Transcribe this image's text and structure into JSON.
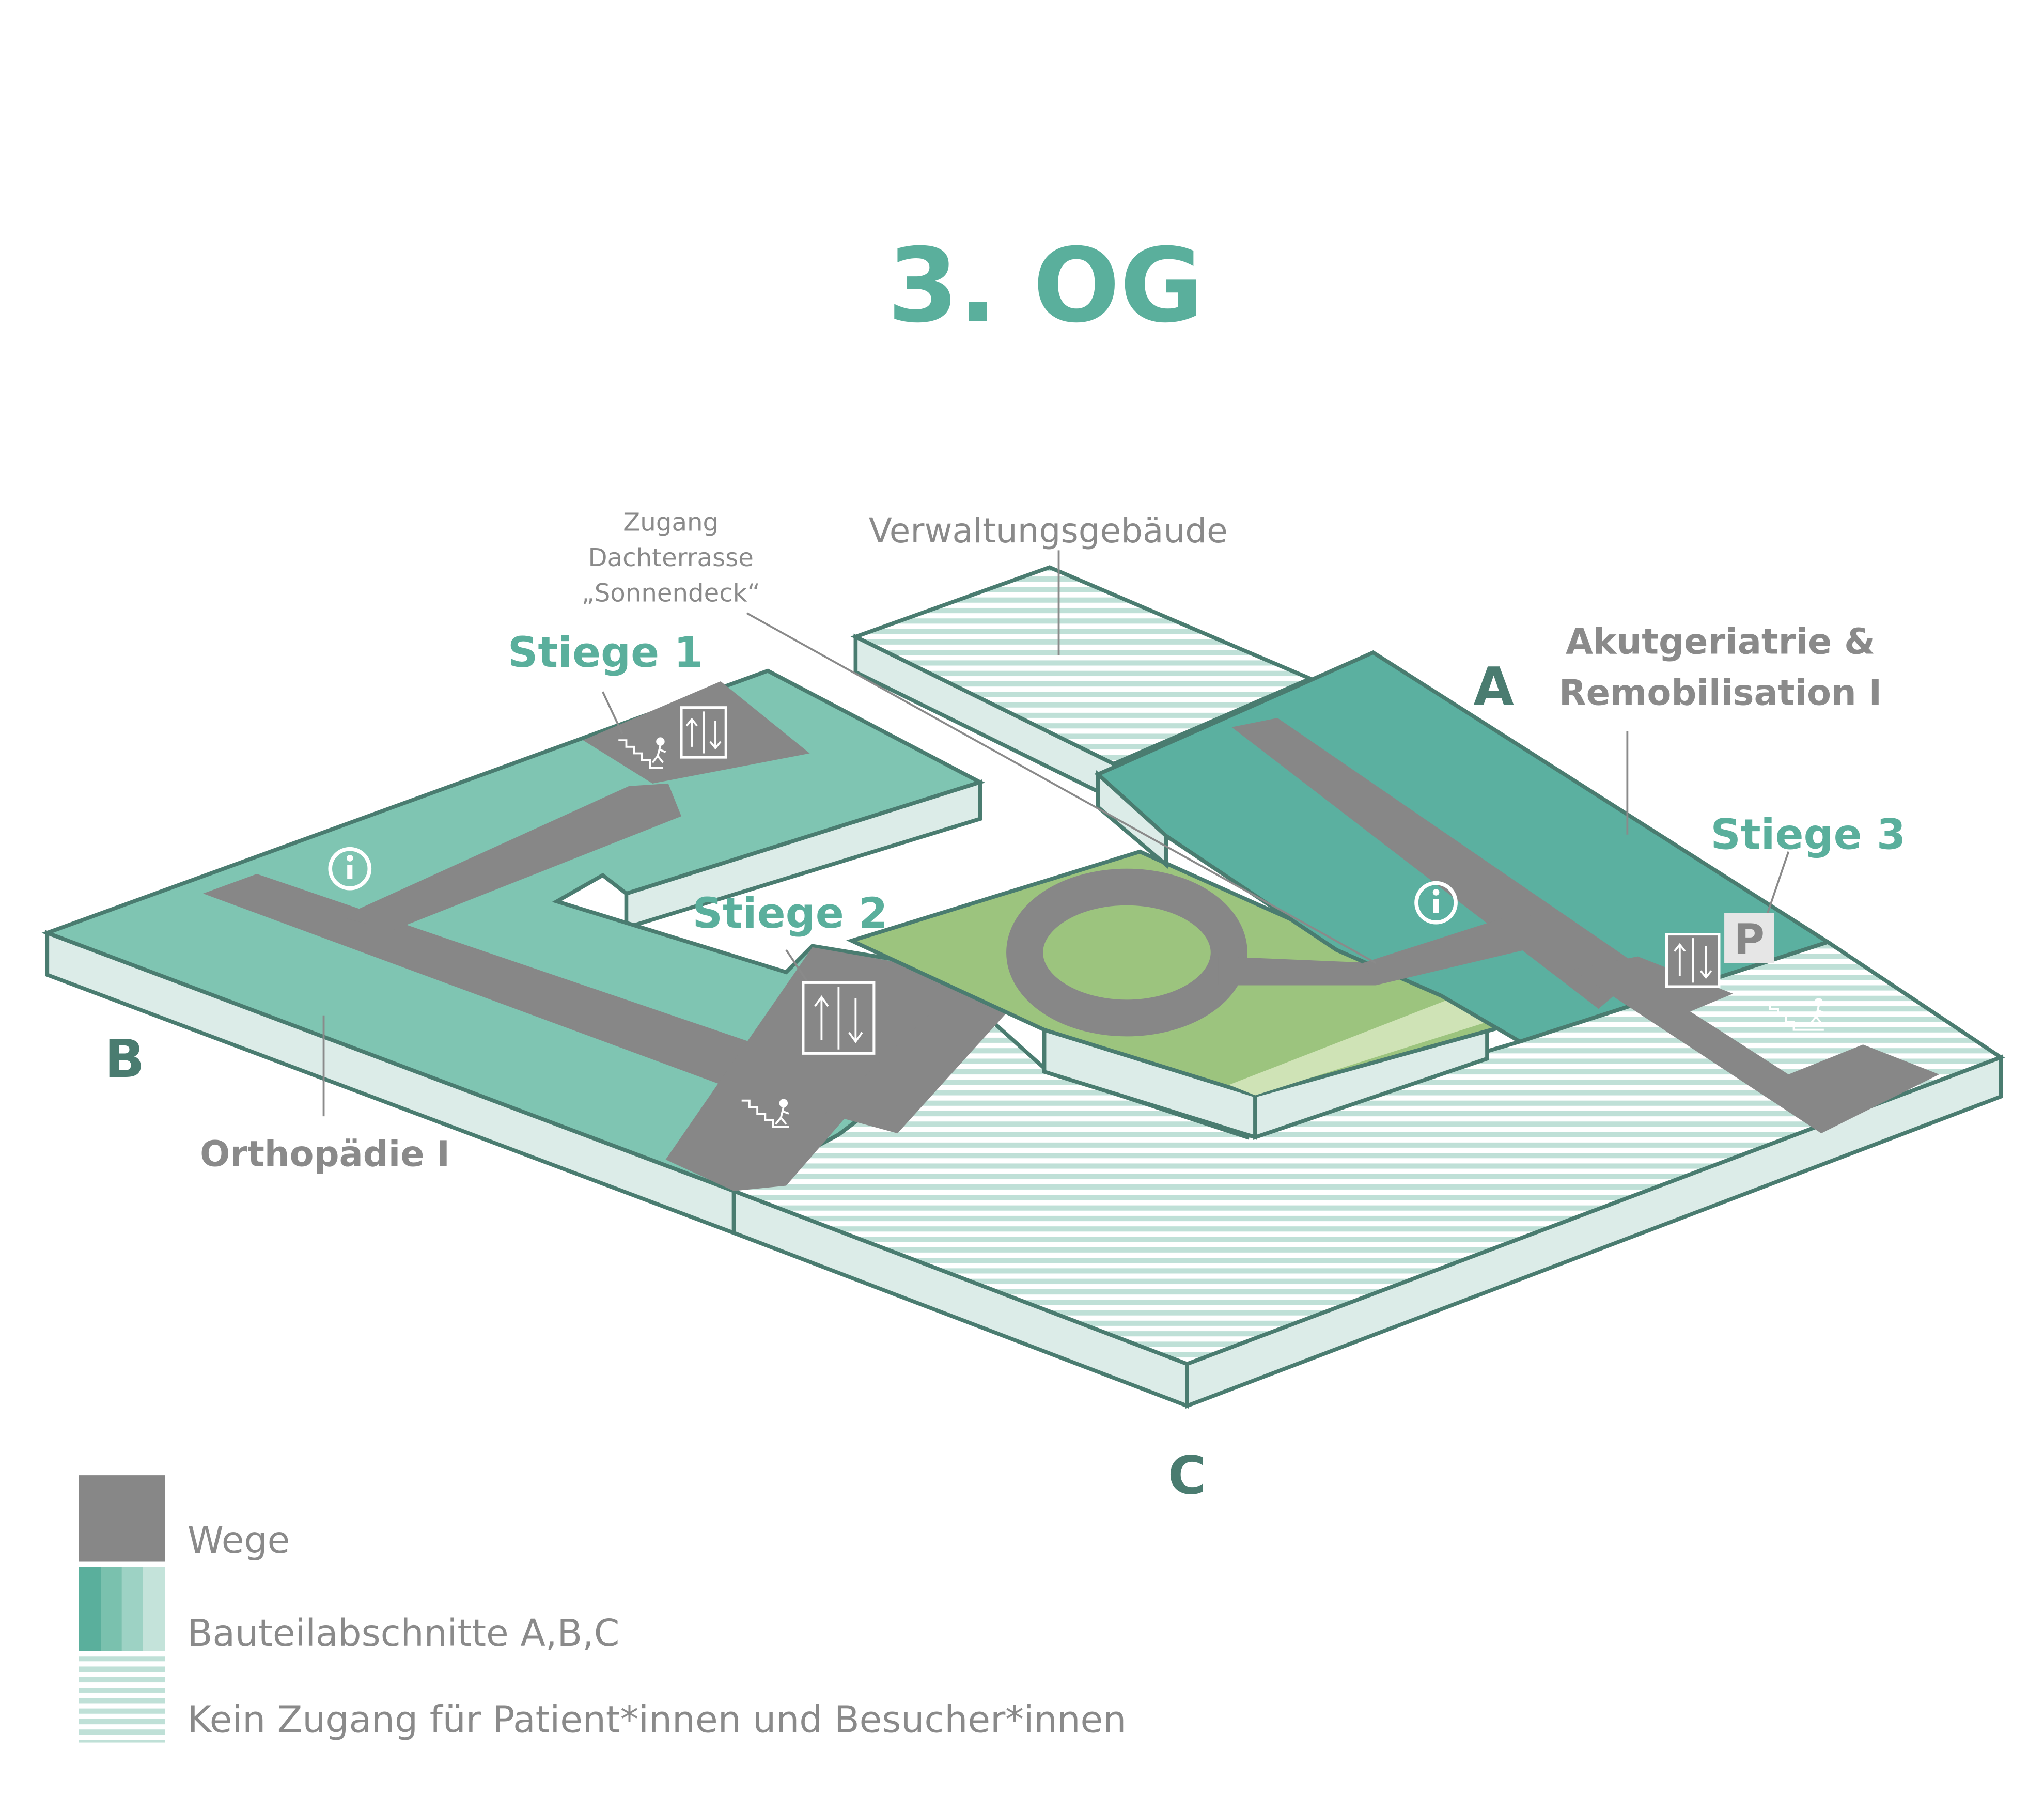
{
  "title": "3. OG",
  "colors": {
    "accent": "#5aaf9c",
    "wing_dark": "#5bb0a0",
    "wing_light": "#7fc5b2",
    "slab_side": "#dcece8",
    "outline": "#4a7c70",
    "path": "#878787",
    "garden": "#9cc47e",
    "label_gray": "#8a8a8a",
    "sign_gray": "#e6e6e6"
  },
  "wings": {
    "a": "A",
    "b": "B",
    "c": "C"
  },
  "labels": {
    "zugang_line1": "Zugang",
    "zugang_line2": "Dachterrasse",
    "zugang_line3": "„Sonnendeck“",
    "verwaltung": "Verwaltungsgebäude",
    "stiege1": "Stiege 1",
    "stiege2": "Stiege 2",
    "stiege3": "Stiege 3",
    "akut_line1": "Akutgeriatrie &",
    "akut_line2": "Remobilisation I",
    "ortho": "Orthopädie I",
    "parking": "P"
  },
  "icons": [
    "info-icon",
    "elevator-icon",
    "stairs-icon",
    "parking-icon"
  ],
  "legend": {
    "items": [
      {
        "label": "Wege",
        "swatch": "path"
      },
      {
        "label": "Bauteilabschnitte A,B,C",
        "swatch": "wings"
      },
      {
        "label": "Kein Zugang für Patient*innen und Besucher*innen",
        "swatch": "striped"
      }
    ]
  }
}
